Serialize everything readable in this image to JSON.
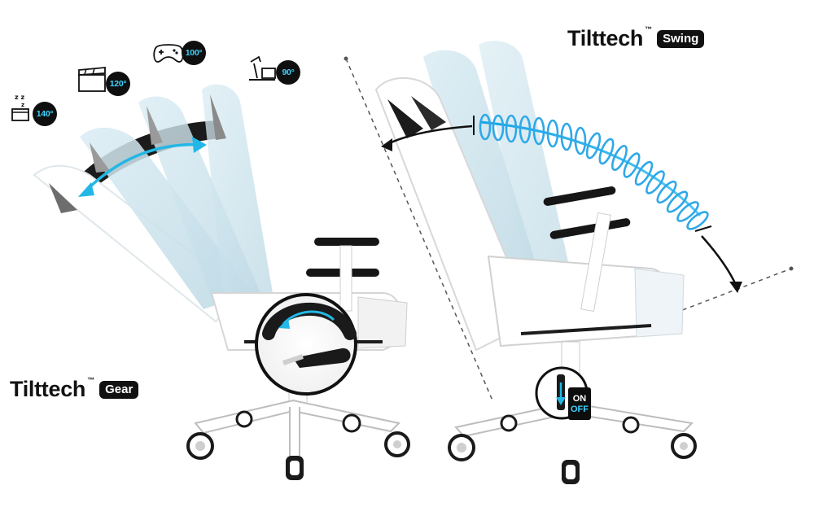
{
  "brands": {
    "swing": {
      "name": "Tilttech",
      "tm": "™",
      "badge": "Swing"
    },
    "gear": {
      "name": "Tilttech",
      "tm": "™",
      "badge": "Gear"
    }
  },
  "recline_angles": [
    {
      "value": "140°",
      "icon": "sleep-icon"
    },
    {
      "value": "120°",
      "icon": "clapperboard-icon"
    },
    {
      "value": "100°",
      "icon": "gamepad-icon"
    },
    {
      "value": "90°",
      "icon": "desk-lamp-laptop-icon"
    }
  ],
  "swing_switch": {
    "on_label": "ON",
    "off_label": "OFF"
  },
  "colors": {
    "accent_blue": "#23b7e5",
    "spring_blue": "#2fa8e8",
    "chair_black": "#1a1a1a",
    "chair_white": "#ffffff",
    "ghost_blue": "#cfe6ef"
  }
}
